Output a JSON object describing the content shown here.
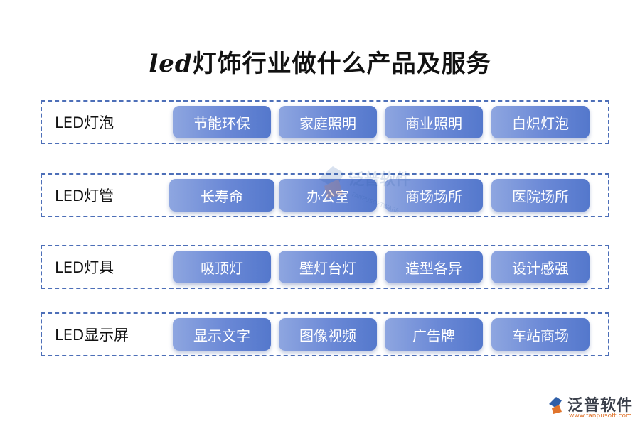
{
  "title": {
    "prefix": "led",
    "main": "灯饰行业做什么产品及服务"
  },
  "rows": [
    {
      "label": "LED灯泡",
      "items": [
        "节能环保",
        "家庭照明",
        "商业照明",
        "白炽灯泡"
      ]
    },
    {
      "label": "LED灯管",
      "items": [
        "长寿命",
        "办公室",
        "商场场所",
        "医院场所"
      ]
    },
    {
      "label": "LED灯具",
      "items": [
        "吸顶灯",
        "壁灯台灯",
        "造型各异",
        "设计感强"
      ]
    },
    {
      "label": "LED显示屏",
      "items": [
        "显示文字",
        "图像视频",
        "广告牌",
        "车站商场"
      ]
    }
  ],
  "watermark": {
    "text": "泛普软件",
    "sub": "FANPUSOFTWARE"
  },
  "logo": {
    "name": "泛普软件",
    "url": "www.fanpusoft.com"
  },
  "colors": {
    "accent": "#5478cc",
    "border": "#4d6fb8",
    "logo_orange": "#e0742c"
  }
}
